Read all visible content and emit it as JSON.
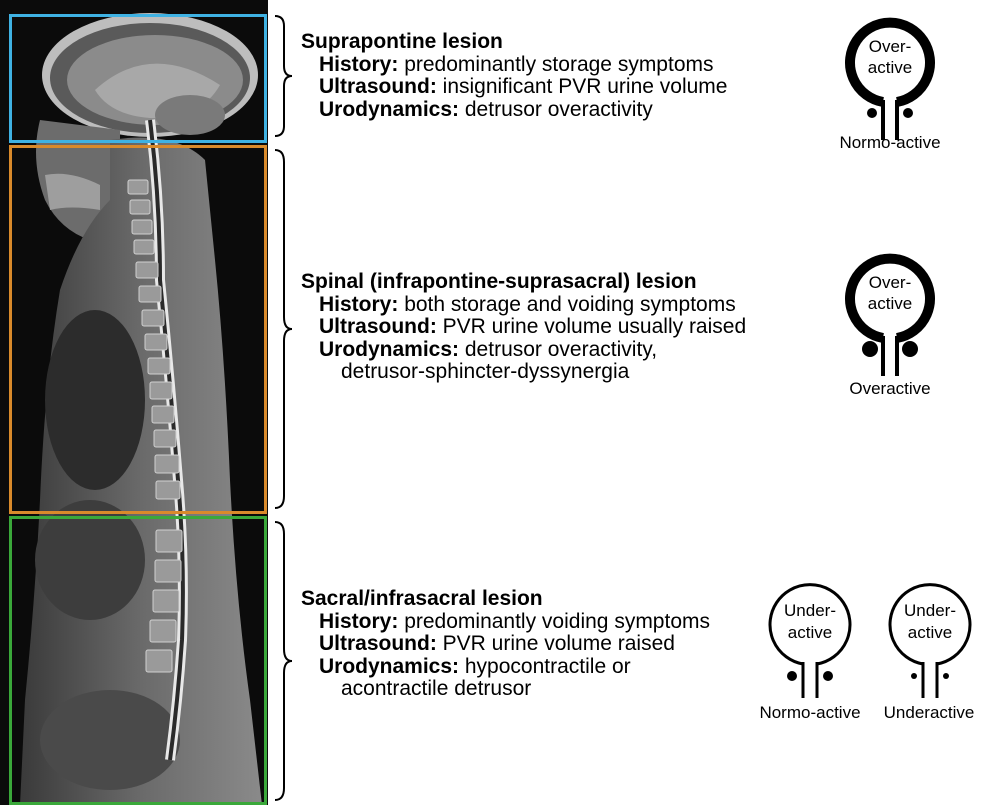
{
  "colors": {
    "supra_box": "#3fb2e3",
    "spinal_box": "#d98a2b",
    "sacral_box": "#3aa83a"
  },
  "sections": [
    {
      "title": "Suprapontine lesion",
      "history_label": "History:",
      "history": " predominantly storage symptoms",
      "ultrasound_label": "Ultrasound:",
      "ultrasound": " insignificant PVR urine volume",
      "urodynamics_label": "Urodynamics:",
      "urodynamics": " detrusor overactivity",
      "urodynamics_cont": ""
    },
    {
      "title": "Spinal (infrapontine-suprasacral) lesion",
      "history_label": "History:",
      "history": " both storage and voiding symptoms",
      "ultrasound_label": "Ultrasound:",
      "ultrasound": " PVR urine volume usually raised",
      "urodynamics_label": "Urodynamics:",
      "urodynamics": " detrusor overactivity,",
      "urodynamics_cont": "detrusor-sphincter-dyssynergia"
    },
    {
      "title": "Sacral/infrasacral lesion",
      "history_label": "History:",
      "history": " predominantly voiding symptoms",
      "ultrasound_label": "Ultrasound:",
      "ultrasound": " PVR urine volume raised",
      "urodynamics_label": "Urodynamics:",
      "urodynamics": " hypocontractile or",
      "urodynamics_cont": "acontractile detrusor"
    }
  ],
  "bladders": [
    {
      "detrusor_line1": "Over-",
      "detrusor_line2": "active",
      "sphincter": "Normo-active"
    },
    {
      "detrusor_line1": "Over-",
      "detrusor_line2": "active",
      "sphincter": "Overactive"
    },
    {
      "detrusor_line1": "Under-",
      "detrusor_line2": "active",
      "sphincter": "Normo-active"
    },
    {
      "detrusor_line1": "Under-",
      "detrusor_line2": "active",
      "sphincter": "Underactive"
    }
  ]
}
